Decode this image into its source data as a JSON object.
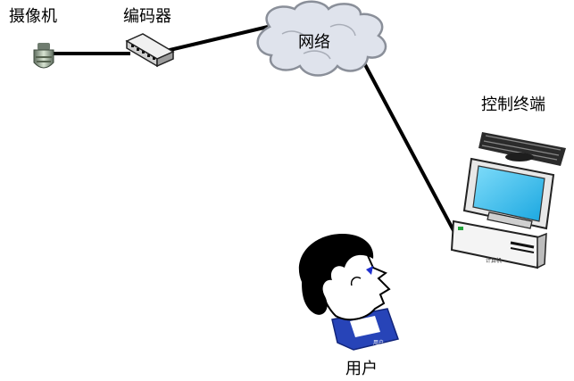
{
  "nodes": {
    "camera": {
      "label": "摄像机",
      "icon": "camera-icon"
    },
    "encoder": {
      "label": "编码器",
      "icon": "encoder-icon"
    },
    "network": {
      "label": "网络",
      "icon": "cloud-icon"
    },
    "terminal": {
      "label": "控制终端",
      "icon": "computer-icon",
      "case_text": "计算机"
    },
    "user": {
      "label": "用户",
      "icon": "user-head-icon",
      "badge_text": "用户"
    }
  },
  "colors": {
    "line": "#000000",
    "cloud_fill": "#dfe3ec",
    "cloud_stroke": "#8a8f99",
    "screen": "#3fc2f0",
    "shirt": "#2744b8"
  }
}
